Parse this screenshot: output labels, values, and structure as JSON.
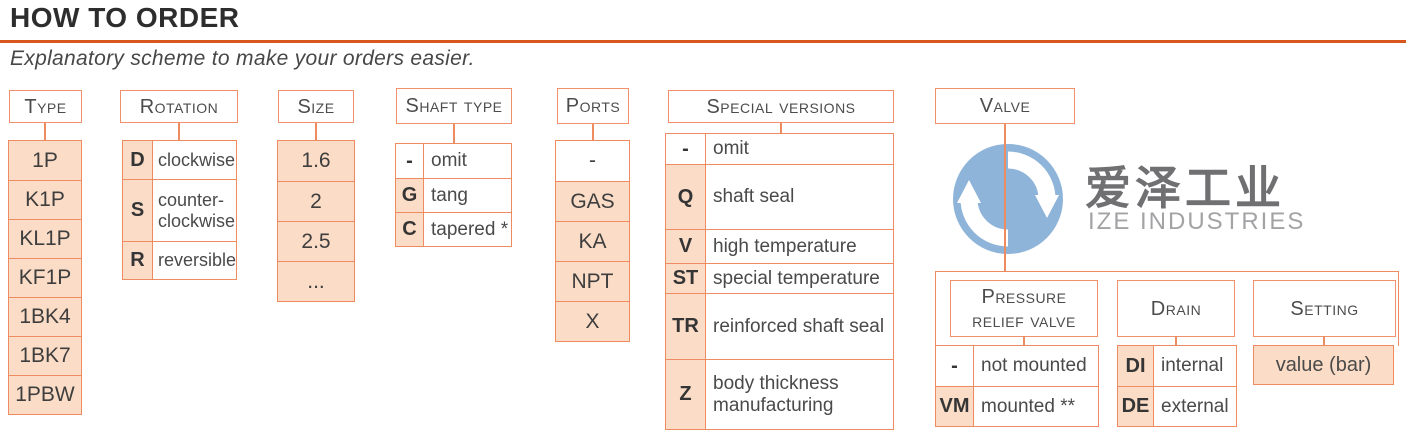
{
  "page": {
    "title": "HOW TO ORDER",
    "subtitle": "Explanatory scheme to make your orders easier."
  },
  "colors": {
    "accent_orange": "#d9571f",
    "box_border": "#ee8b61",
    "box_fill": "#fbdcc6",
    "logo_blue": "#8fb4d9"
  },
  "columns": {
    "type": {
      "header": "Type",
      "cells": [
        "1P",
        "K1P",
        "KL1P",
        "KF1P",
        "1BK4",
        "1BK7",
        "1PBW"
      ]
    },
    "rotation": {
      "header": "Rotation",
      "rows": [
        {
          "code": "D",
          "desc": "clockwise"
        },
        {
          "code": "S",
          "desc": "counter-clockwise"
        },
        {
          "code": "R",
          "desc": "reversible"
        }
      ]
    },
    "size": {
      "header": "Size",
      "cells": [
        "1.6",
        "2",
        "2.5",
        "..."
      ]
    },
    "shaft_type": {
      "header": "Shaft type",
      "rows": [
        {
          "code": "-",
          "desc": "omit"
        },
        {
          "code": "G",
          "desc": "tang"
        },
        {
          "code": "C",
          "desc": "tapered *"
        }
      ]
    },
    "ports": {
      "header": "Ports",
      "cells": [
        "-",
        "GAS",
        "KA",
        "NPT",
        "X"
      ]
    },
    "special_versions": {
      "header": "Special versions",
      "rows": [
        {
          "code": "-",
          "desc": "omit"
        },
        {
          "code": "Q",
          "desc": "shaft seal"
        },
        {
          "code": "V",
          "desc": "high temperature"
        },
        {
          "code": "ST",
          "desc": "special temperature"
        },
        {
          "code": "TR",
          "desc": "reinforced shaft seal"
        },
        {
          "code": "Z",
          "desc": "body thickness manufacturing"
        }
      ]
    }
  },
  "valve": {
    "header": "Valve",
    "pressure_relief": {
      "header": "Pressure relief valve",
      "rows": [
        {
          "code": "-",
          "desc": "not mounted"
        },
        {
          "code": "VM",
          "desc": "mounted **"
        }
      ]
    },
    "drain": {
      "header": "Drain",
      "rows": [
        {
          "code": "DI",
          "desc": "internal"
        },
        {
          "code": "DE",
          "desc": "external"
        }
      ]
    },
    "setting": {
      "header": "Setting",
      "value": "value (bar)"
    }
  },
  "watermark": {
    "cn": "爱泽工业",
    "en": "IZE INDUSTRIES",
    "icon": "ize-circular-arrows-logo"
  }
}
